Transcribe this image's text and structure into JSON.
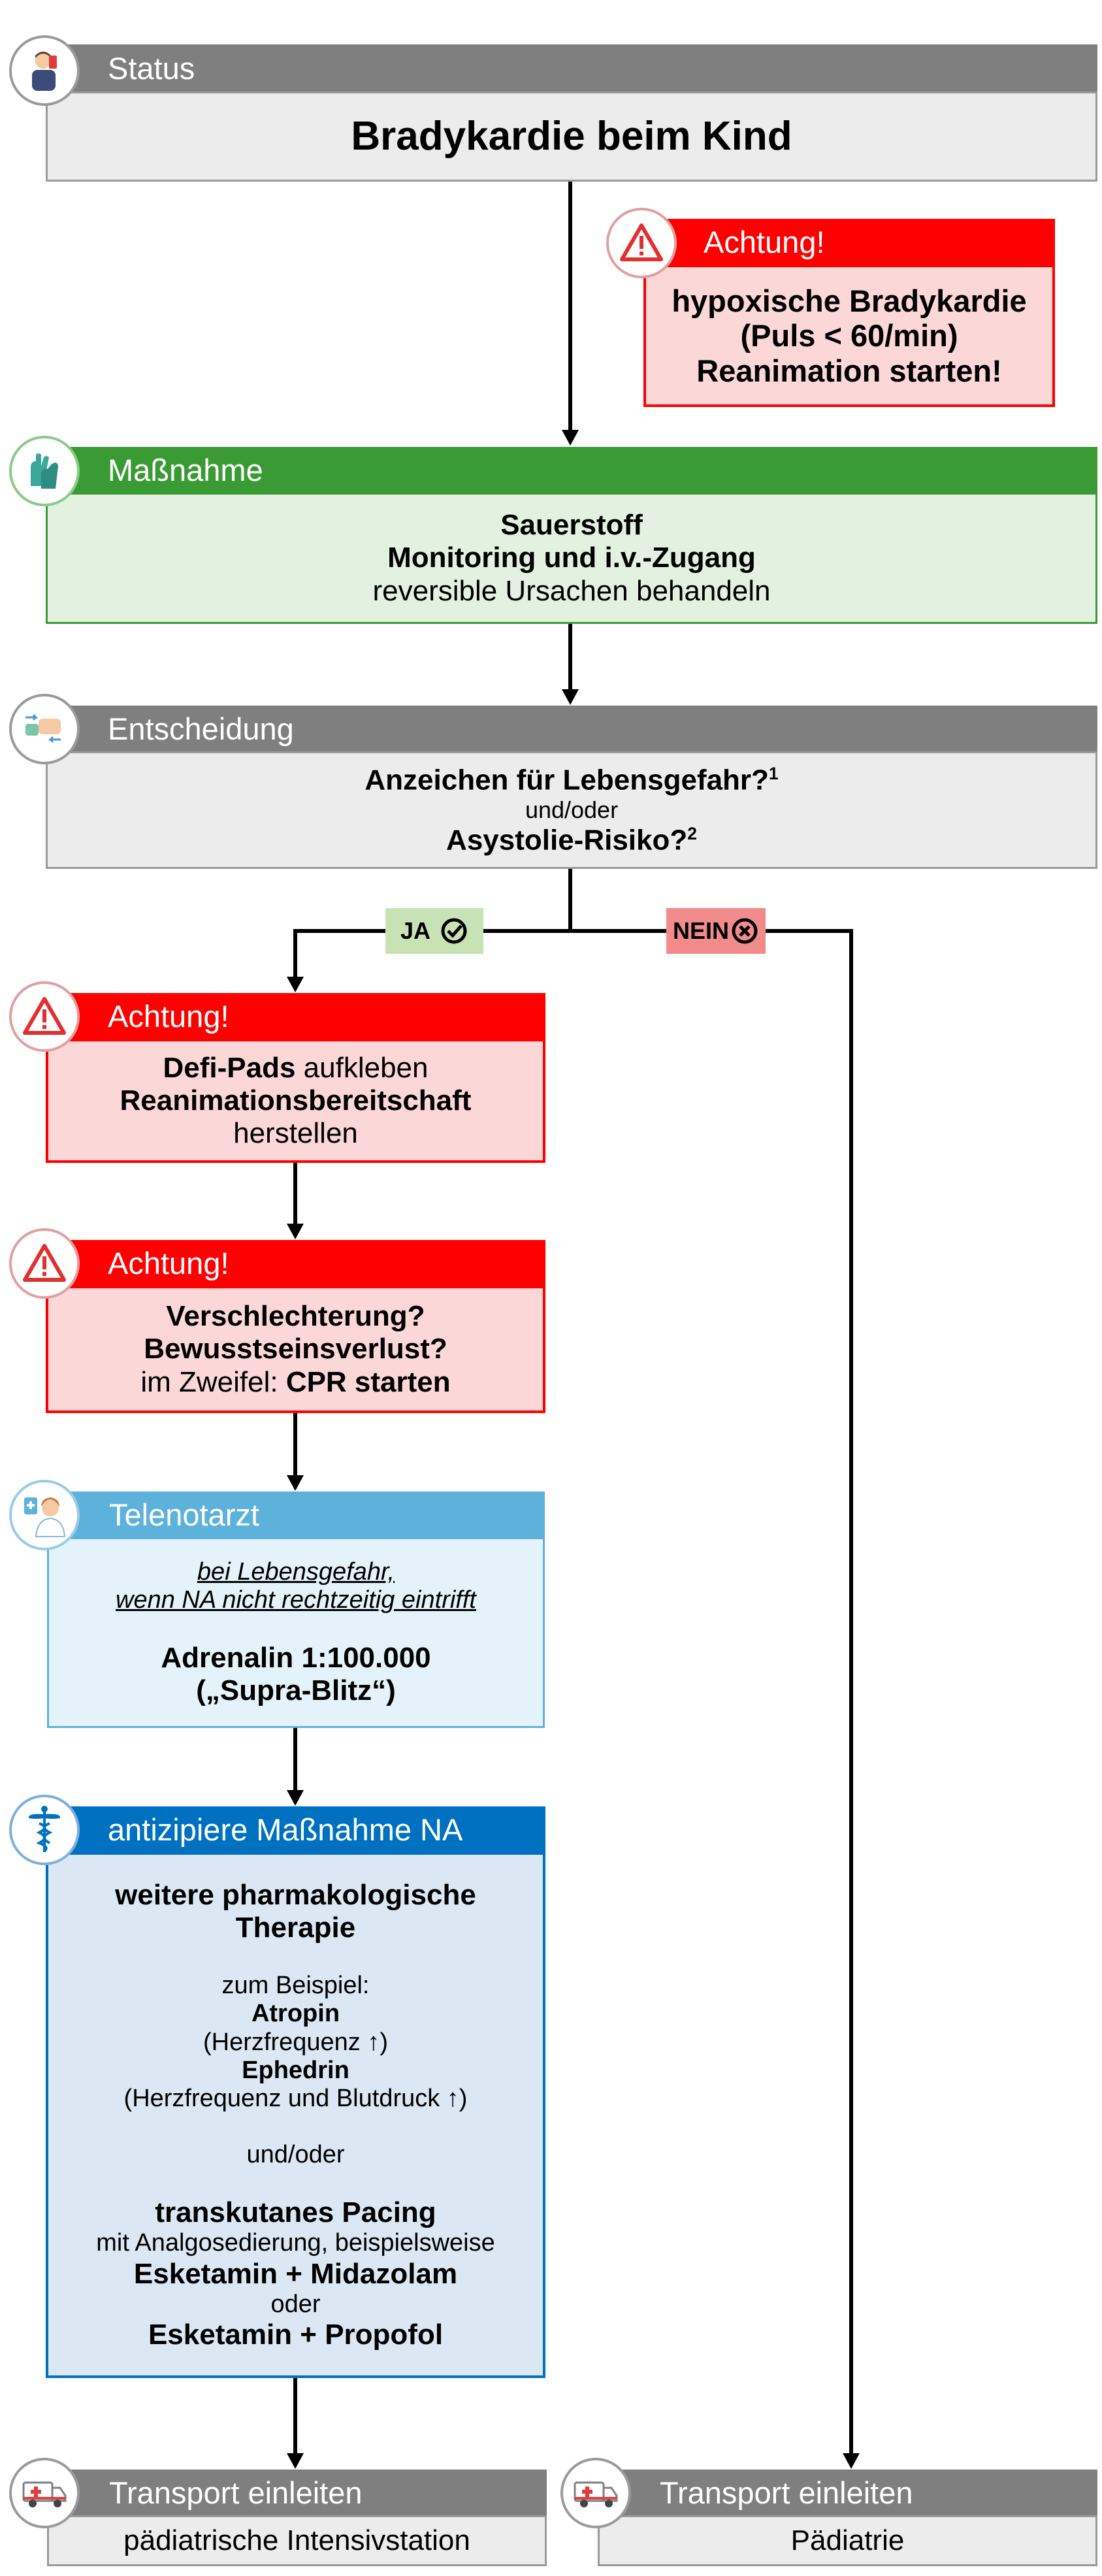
{
  "status": {
    "header": "Status",
    "title": "Bradykardie beim Kind",
    "icon": "person-phone-icon"
  },
  "warning_top": {
    "header": "Achtung!",
    "lines": [
      "hypoxische Bradykardie",
      "(Puls < 60/min)",
      "Reanimation starten!"
    ]
  },
  "massnahme": {
    "header": "Maßnahme",
    "lines": [
      "Sauerstoff",
      "Monitoring und i.v.-Zugang",
      "reversible Ursachen behandeln"
    ],
    "icon": "gloves-icon"
  },
  "entscheidung": {
    "header": "Entscheidung",
    "line1": "Anzeichen für Lebensgefahr?",
    "sup1": "1",
    "line2": "und/oder",
    "line3": "Asystolie-Risiko?",
    "sup3": "2",
    "icon": "decision-icon"
  },
  "branches": {
    "yes": "JA",
    "no": "NEIN"
  },
  "warning_defi": {
    "header": "Achtung!",
    "line1_bold": "Defi-Pads",
    "line1_rest": " aufkleben",
    "line2": "Reanimationsbereitschaft",
    "line3": "herstellen"
  },
  "warning_cpr": {
    "header": "Achtung!",
    "line1": "Verschlechterung?",
    "line2": "Bewusstseinsverlust?",
    "line3_pre": "im Zweifel: ",
    "line3_bold": "CPR starten"
  },
  "telenotarzt": {
    "header": "Telenotarzt",
    "note1": "bei Lebensgefahr,",
    "note2": "wenn NA nicht rechtzeitig eintrifft",
    "drug1": "Adrenalin 1:100.000",
    "drug2": "(„Supra-Blitz“)",
    "icon": "doctor-icon"
  },
  "na": {
    "header": "antizipiere Maßnahme NA",
    "icon": "caduceus-icon",
    "title1": "weitere pharmakologische",
    "title2": "Therapie",
    "example": "zum Beispiel:",
    "drug_a": "Atropin",
    "drug_a_note": "(Herzfrequenz ↑)",
    "drug_b": "Ephedrin",
    "drug_b_note": "(Herzfrequenz und Blutdruck ↑)",
    "andor": "und/oder",
    "pacing": "transkutanes Pacing",
    "pacing_note": "mit Analgosedierung, beispielsweise",
    "combo1": "Esketamin + Midazolam",
    "or": "oder",
    "combo2": "Esketamin + Propofol"
  },
  "transport_left": {
    "header": "Transport einleiten",
    "dest": "pädiatrische Intensivstation",
    "icon": "ambulance-icon"
  },
  "transport_right": {
    "header": "Transport einleiten",
    "dest": "Pädiatrie",
    "icon": "ambulance-icon"
  },
  "colors": {
    "gray": "#7f7f7f",
    "red": "#ff0000",
    "green": "#3a9b35",
    "teal": "#5db2dc",
    "blue": "#0070c0",
    "ja_bg": "#c7e3b5",
    "nein_bg": "#f28c8c"
  }
}
